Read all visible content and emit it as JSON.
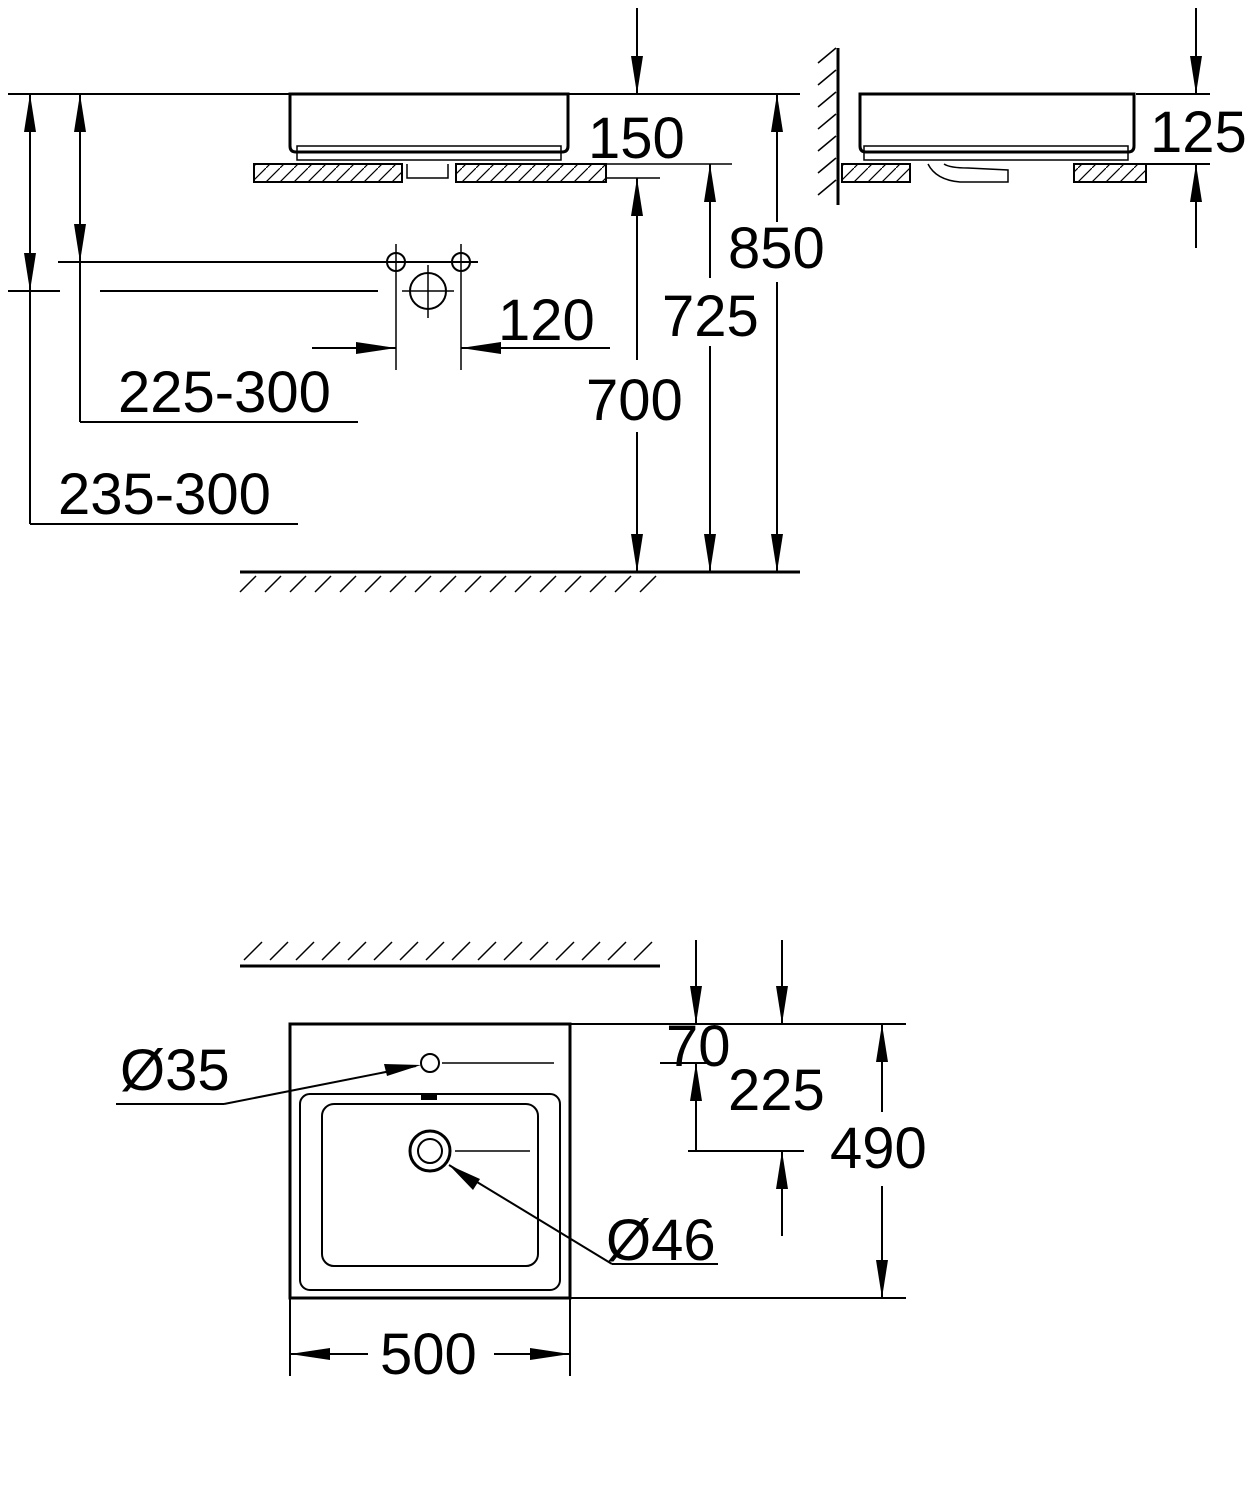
{
  "dimensions": {
    "d150": "150",
    "d850": "850",
    "d725": "725",
    "d700": "700",
    "d120": "120",
    "d225_300": "225-300",
    "d235_300": "235-300",
    "d125": "125",
    "d35": "Ø35",
    "d70": "70",
    "d225": "225",
    "d490": "490",
    "d46": "Ø46",
    "d500": "500"
  },
  "colors": {
    "line": "#000000",
    "background": "#ffffff"
  }
}
